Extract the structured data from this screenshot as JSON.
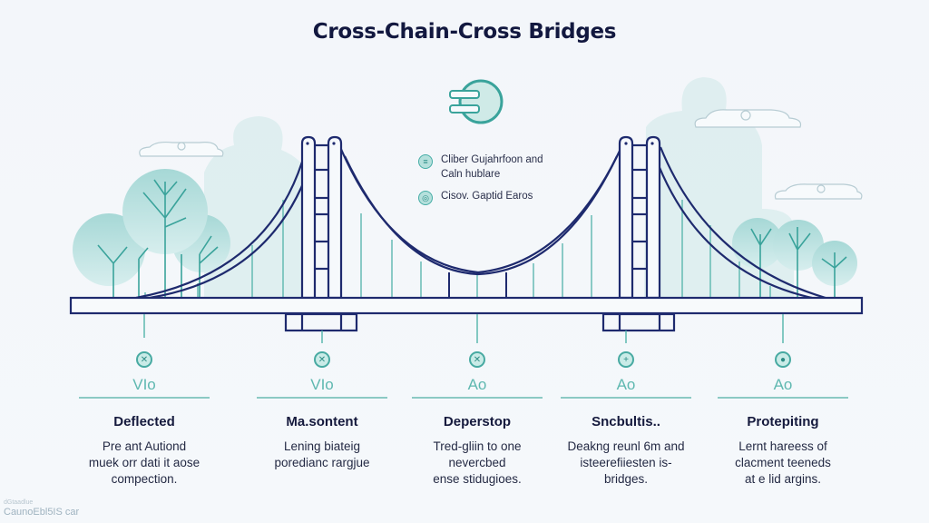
{
  "title": "Cross-Chain-Cross Bridges",
  "colors": {
    "navy": "#1e2a6e",
    "teal": "#48aaa2",
    "teal_light": "#b9e2de",
    "background": "#f4f7fa"
  },
  "hub_icon": "bridge-link-icon",
  "legend": [
    {
      "icon": "ledger-icon",
      "text": "Cliber Gujahrfoon and Caln hublare"
    },
    {
      "icon": "globe-icon",
      "text": "Cisov. Gaptid Earos"
    }
  ],
  "columns": [
    {
      "icon": "globe-icon",
      "abbr": "VIo",
      "heading": "Deflected",
      "desc": [
        "Pre ant Autiond",
        "muek orr dati it aose",
        "compection."
      ]
    },
    {
      "icon": "globe-icon",
      "abbr": "VIo",
      "heading": "Ma.sontent",
      "desc": [
        "Lening biateig",
        "poredianc rargjue"
      ]
    },
    {
      "icon": "globe-icon",
      "abbr": "Ao",
      "heading": "Deperstop",
      "desc": [
        "Tred-gliin to one",
        "nevercbed",
        "ense stidugioes."
      ]
    },
    {
      "icon": "compass-icon",
      "abbr": "Ao",
      "heading": "Sncbultis..",
      "desc": [
        "Deakng reunl 6m and",
        "isteerefiiesten is-",
        "bridges."
      ]
    },
    {
      "icon": "globe-icon",
      "abbr": "Ao",
      "heading": "Protepiting",
      "desc": [
        "Lernt hareess of",
        "clacment teeneds",
        "at e lid argins."
      ]
    }
  ],
  "watermark": {
    "line1": "dGtaadlue",
    "line2": "CaunoEbl5IS car"
  }
}
